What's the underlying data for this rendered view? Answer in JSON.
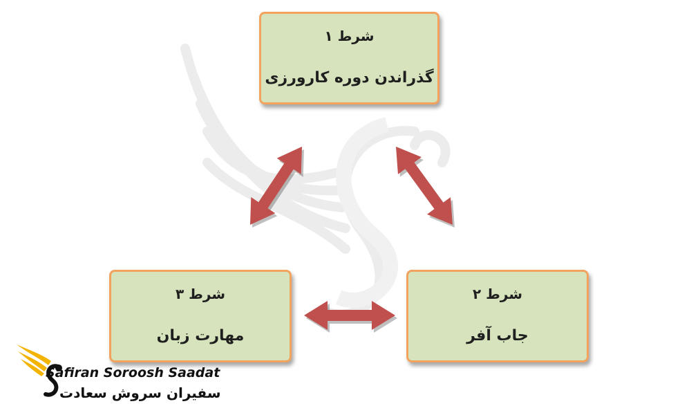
{
  "boxes": [
    {
      "number": "شرط ۱",
      "text": "گذراندن دوره کارورزی"
    },
    {
      "number": "شرط ۲",
      "text": "جاب آفر"
    },
    {
      "number": "شرط ۳",
      "text": "مهارت زبان"
    }
  ],
  "arrows": [
    {
      "from": "شرط ۱",
      "to": "شرط ۲"
    },
    {
      "from": "شرط ۱",
      "to": "شرط ۳"
    },
    {
      "from": "شرط ۲",
      "to": "شرط ۳"
    }
  ],
  "logo": {
    "english": "Safiran Soroosh Saadat",
    "persian": "سفیران سروش سعادت"
  },
  "colors": {
    "box_fill": "#d6e3bc",
    "box_border": "#f2a35e",
    "arrow": "#c0504d",
    "logo_gold": "#f2b400"
  }
}
